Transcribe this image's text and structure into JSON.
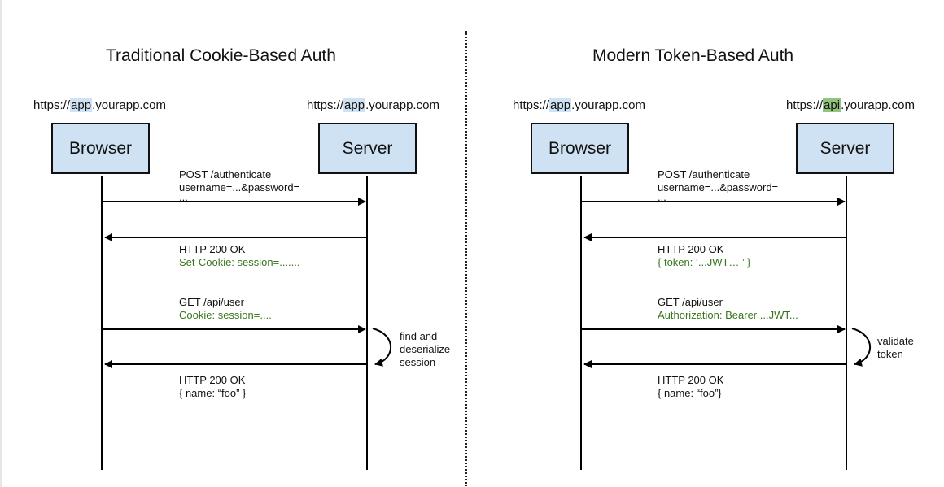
{
  "colors": {
    "box_fill": "#cfe2f3",
    "app_highlight": "#cfe2f3",
    "api_highlight": "#93c47d",
    "secondary_text": "#38761d"
  },
  "left": {
    "title": "Traditional Cookie-Based Auth",
    "browser_url": {
      "prefix": "https://",
      "highlight": "app",
      "suffix": ".yourapp.com"
    },
    "server_url": {
      "prefix": "https://",
      "highlight": "app",
      "suffix": ".yourapp.com"
    },
    "browser_label": "Browser",
    "server_label": "Server",
    "messages": [
      {
        "line1": "POST /authenticate",
        "line2": "username=...&password=",
        "line3": "..."
      },
      {
        "line1": "HTTP 200 OK",
        "line2": "Set-Cookie: session=......."
      },
      {
        "line1": "GET /api/user",
        "line2": "Cookie: session=...."
      },
      {
        "line1": "HTTP 200 OK",
        "line2": "{  name: “foo” }"
      }
    ],
    "note": {
      "line1": "find and",
      "line2": "deserialize",
      "line3": "session"
    }
  },
  "right": {
    "title": "Modern Token-Based Auth",
    "browser_url": {
      "prefix": "https://",
      "highlight": "app",
      "suffix": ".yourapp.com"
    },
    "server_url": {
      "prefix": "https://",
      "highlight": "api",
      "suffix": ".yourapp.com"
    },
    "browser_label": "Browser",
    "server_label": "Server",
    "messages": [
      {
        "line1": "POST /authenticate",
        "line2": "username=...&password=",
        "line3": "..."
      },
      {
        "line1": "HTTP 200 OK",
        "line2": "{ token: ‘...JWT… ’ }"
      },
      {
        "line1": "GET /api/user",
        "line2": "Authorization: Bearer ...JWT..."
      },
      {
        "line1": "HTTP 200 OK",
        "line2": "{ name: “foo”}"
      }
    ],
    "note": {
      "line1": "validate",
      "line2": "token"
    }
  }
}
